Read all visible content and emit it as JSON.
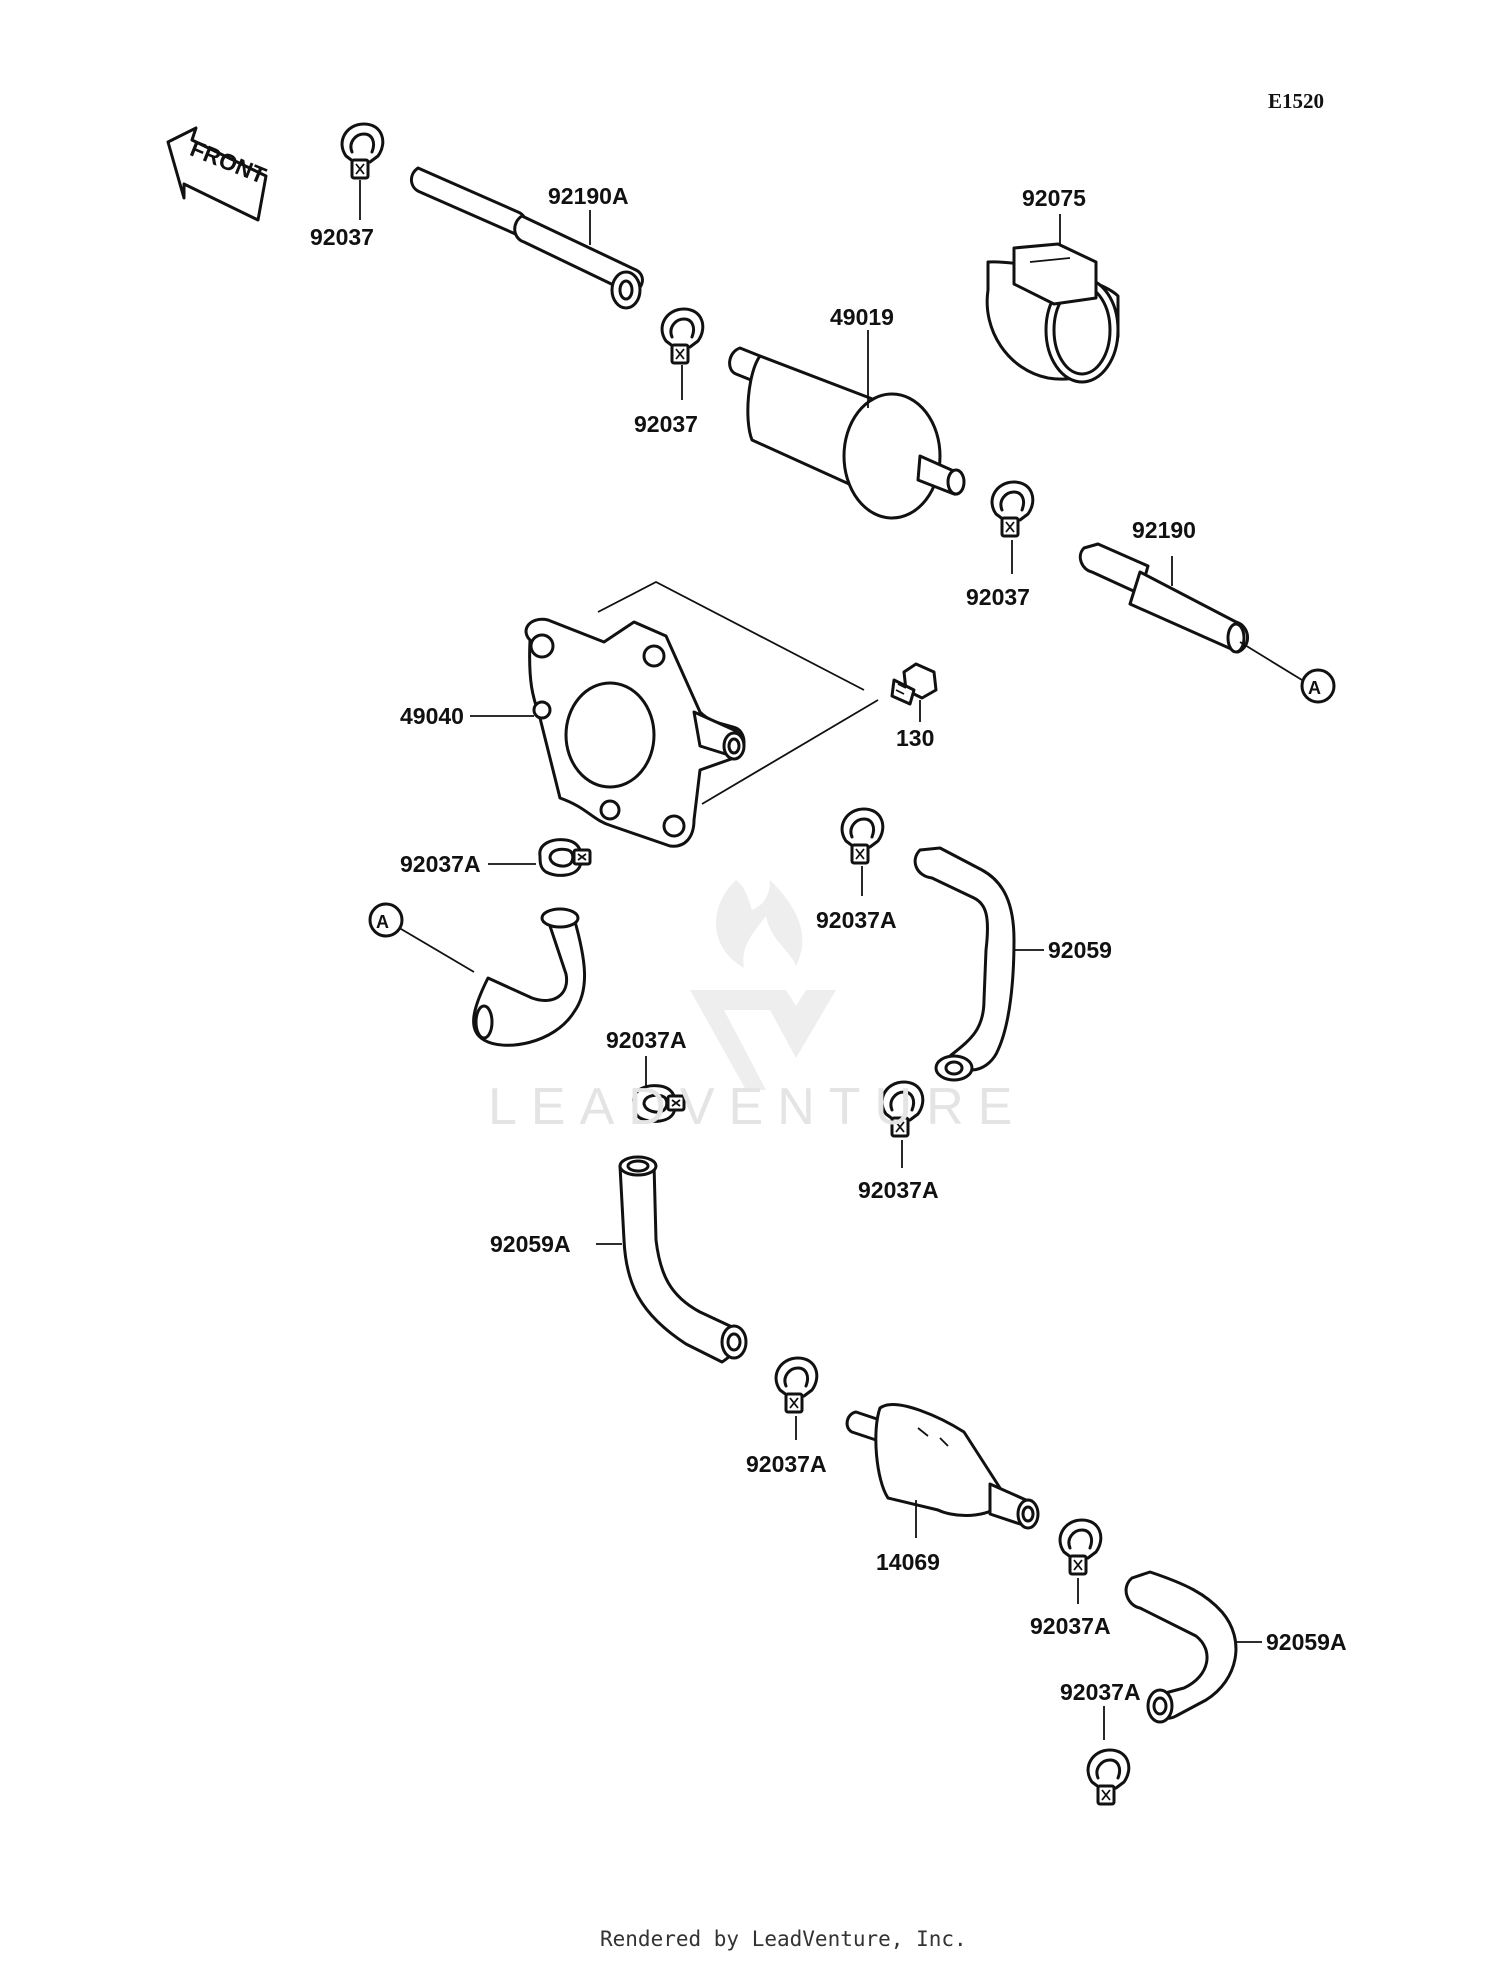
{
  "diagram_code": "E1520",
  "front_label": "FRONT",
  "reference_marker": "A",
  "watermark": "LEADVENTURE",
  "footer": "Rendered by LeadVenture, Inc.",
  "parts": {
    "p92037_a": "92037",
    "p92190A": "92190A",
    "p92075": "92075",
    "p49019": "49019",
    "p92037_b": "92037",
    "p92037_c": "92037",
    "p92190": "92190",
    "p49040": "49040",
    "p130": "130",
    "p92037A_a": "92037A",
    "p92037A_b": "92037A",
    "p92059": "92059",
    "p92037A_c": "92037A",
    "p92037A_d": "92037A",
    "p92059A_a": "92059A",
    "p92037A_e": "92037A",
    "p14069": "14069",
    "p92037A_f": "92037A",
    "p92037A_g": "92037A",
    "p92059A_b": "92059A"
  }
}
